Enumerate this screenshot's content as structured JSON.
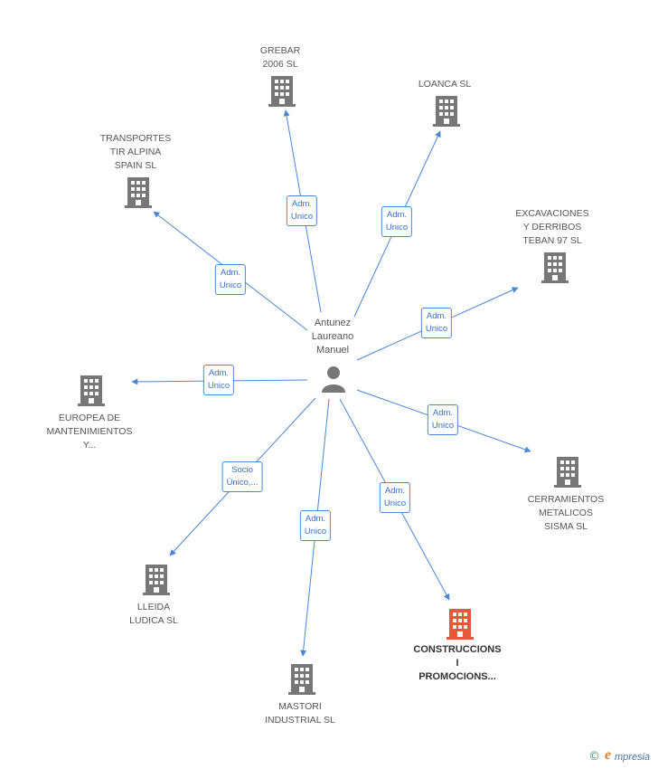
{
  "center": {
    "name": "Antunez\nLaureano\nManuel",
    "icon": "person-icon"
  },
  "companies": [
    {
      "id": "grebar",
      "name": "GREBAR\n2006 SL",
      "icon": "building-icon",
      "edge_label": "Adm.\nUnico",
      "highlight": false
    },
    {
      "id": "loanca",
      "name": "LOANCA SL",
      "icon": "building-icon",
      "edge_label": "Adm.\nUnico",
      "highlight": false
    },
    {
      "id": "transportes",
      "name": "TRANSPORTES\nTIR ALPINA\nSPAIN SL",
      "icon": "building-icon",
      "edge_label": "Adm.\nUnico",
      "highlight": false
    },
    {
      "id": "excavaciones",
      "name": "EXCAVACIONES\nY DERRIBOS\nTEBAN 97 SL",
      "icon": "building-icon",
      "edge_label": "Adm.\nUnico",
      "highlight": false
    },
    {
      "id": "europea",
      "name": "EUROPEA DE\nMANTENIMIENTOS\nY...",
      "icon": "building-icon",
      "edge_label": "Adm.\nUnico",
      "highlight": false
    },
    {
      "id": "cerramientos",
      "name": "CERRAMIENTOS\nMETALICOS\nSISMA SL",
      "icon": "building-icon",
      "edge_label": "Adm.\nUnico",
      "highlight": false
    },
    {
      "id": "lleida",
      "name": "LLEIDA\nLUDICA SL",
      "icon": "building-icon",
      "edge_label": "Socio\nÚnico,...",
      "highlight": false
    },
    {
      "id": "mastori",
      "name": "MASTORI\nINDUSTRIAL SL",
      "icon": "building-icon",
      "edge_label": "Adm.\nUnico",
      "highlight": false
    },
    {
      "id": "construccions",
      "name": "CONSTRUCCIONS\nI\nPROMOCIONS...",
      "icon": "building-icon",
      "edge_label": "Adm.\nUnico",
      "highlight": true
    }
  ],
  "colors": {
    "edge": "#4a86d6",
    "building": "#777777",
    "building_highlight": "#e8593a",
    "person": "#777777"
  },
  "footer": {
    "copyright": "©",
    "brand_initial": "e",
    "brand_rest": "mpresia"
  }
}
